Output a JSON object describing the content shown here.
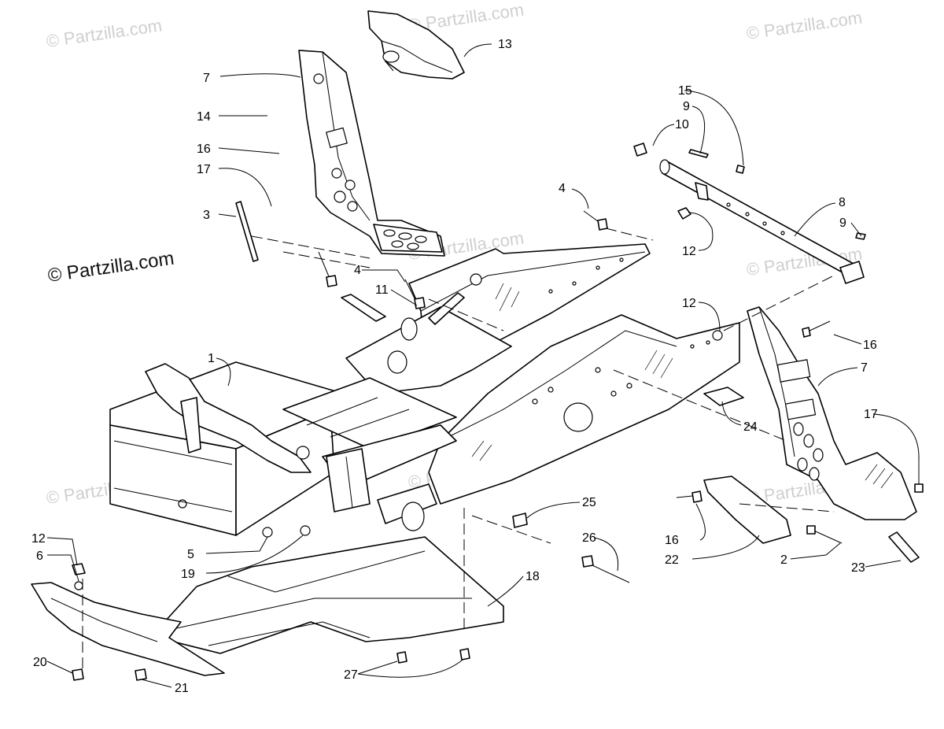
{
  "watermarks": [
    "© Partzilla.com",
    "© Partzilla.com",
    "© Partzilla.com",
    "© Partzilla.com",
    "© Partzilla.com",
    "© Partzilla.com",
    "© Partzilla.com",
    "© Partzilla.com",
    "© Partzilla.com"
  ],
  "watermark_main": "© Partzilla.com",
  "callouts": [
    "1",
    "2",
    "3",
    "4",
    "4",
    "5",
    "6",
    "7",
    "7",
    "8",
    "9",
    "9",
    "10",
    "11",
    "12",
    "12",
    "12",
    "13",
    "14",
    "15",
    "16",
    "16",
    "16",
    "17",
    "17",
    "18",
    "19",
    "20",
    "21",
    "22",
    "23",
    "24",
    "25",
    "26",
    "27"
  ]
}
